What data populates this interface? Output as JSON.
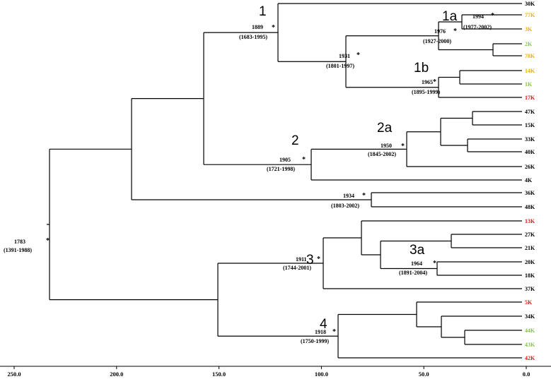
{
  "colors": {
    "black": "#000000",
    "orange": "#f0b000",
    "green": "#88c34a",
    "red": "#e8141b"
  },
  "leaves": [
    {
      "label": "30K",
      "color": "black"
    },
    {
      "label": "77K",
      "color": "orange"
    },
    {
      "label": "3K",
      "color": "orange"
    },
    {
      "label": "2K",
      "color": "green"
    },
    {
      "label": "78K",
      "color": "orange"
    },
    {
      "label": "14K",
      "color": "orange"
    },
    {
      "label": "1K",
      "color": "green"
    },
    {
      "label": "17K",
      "color": "red"
    },
    {
      "label": "47K",
      "color": "black"
    },
    {
      "label": "15K",
      "color": "black"
    },
    {
      "label": "33K",
      "color": "black"
    },
    {
      "label": "40K",
      "color": "black"
    },
    {
      "label": "26K",
      "color": "black"
    },
    {
      "label": "4K",
      "color": "black"
    },
    {
      "label": "36K",
      "color": "black"
    },
    {
      "label": "48K",
      "color": "black"
    },
    {
      "label": "13K",
      "color": "red"
    },
    {
      "label": "27K",
      "color": "black"
    },
    {
      "label": "21K",
      "color": "black"
    },
    {
      "label": "20K",
      "color": "black"
    },
    {
      "label": "18K",
      "color": "black"
    },
    {
      "label": "37K",
      "color": "black"
    },
    {
      "label": "5K",
      "color": "red"
    },
    {
      "label": "34K",
      "color": "black"
    },
    {
      "label": "44K",
      "color": "green"
    },
    {
      "label": "43K",
      "color": "green"
    },
    {
      "label": "42K",
      "color": "red"
    }
  ],
  "node_annotations": [
    {
      "year": "1783",
      "ci": "(1391-1988)"
    },
    {
      "year": "1889",
      "ci": "(1683-1995)"
    },
    {
      "year": "1931",
      "ci": "(1801-1997)"
    },
    {
      "year": "1976",
      "ci": "(1927-2000)"
    },
    {
      "year": "1994",
      "ci": "(1977-2002)"
    },
    {
      "year": "1965",
      "ci": "(1895-1999)"
    },
    {
      "year": "1905",
      "ci": "(1721-1998)"
    },
    {
      "year": "1950",
      "ci": "(1845-2002)"
    },
    {
      "year": "1934",
      "ci": "(1803-2002)"
    },
    {
      "year": "1911",
      "ci": "(1744-2001)"
    },
    {
      "year": "1964",
      "ci": "(1891-2004)"
    },
    {
      "year": "1918",
      "ci": "(1750-1999)"
    }
  ],
  "star_symbol": "*",
  "clade_labels": [
    "1",
    "1a",
    "1b",
    "2",
    "2a",
    "3",
    "3a",
    "4"
  ],
  "axis": {
    "direction": "reversed",
    "range": [
      250.0,
      0.0
    ],
    "ticks": [
      "250.0",
      "200.0",
      "150.0",
      "100.0",
      "50.0",
      "0.0"
    ]
  }
}
